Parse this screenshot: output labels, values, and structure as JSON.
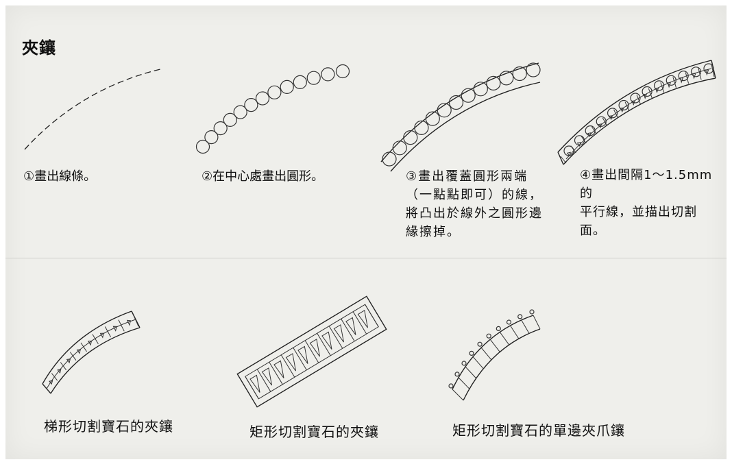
{
  "heading": "夾鑲",
  "steps": [
    {
      "text": "①畫出線條。"
    },
    {
      "text": "②在中心處畫出圓形。"
    },
    {
      "text": "③畫出覆蓋圓形兩端\n（一點點即可）的線，\n將凸出於線外之圓形邊\n緣擦掉。"
    },
    {
      "text": "④畫出間隔1～1.5mm的\n平行線，並描出切割\n面。"
    }
  ],
  "captions": [
    {
      "text": "梯形切割寶石的夾鑲"
    },
    {
      "text": "矩形切割寶石的夾鑲"
    },
    {
      "text": "矩形切割寶石的單邊夾爪鑲"
    }
  ]
}
